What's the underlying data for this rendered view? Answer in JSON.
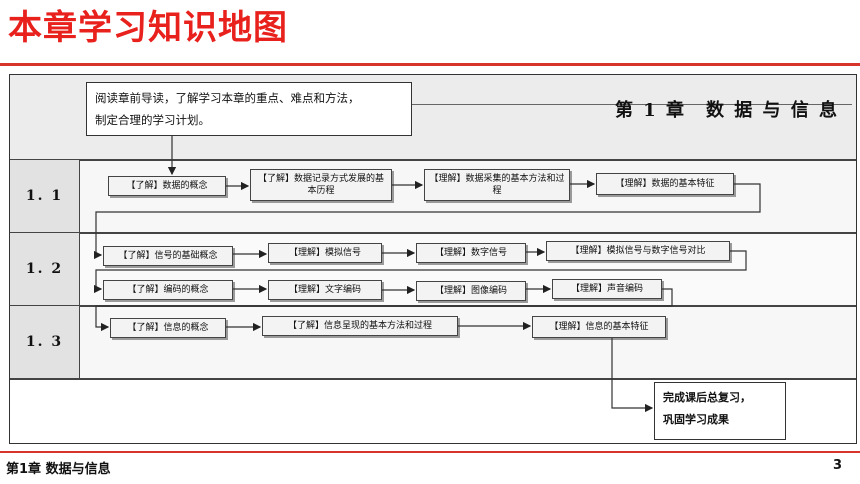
{
  "page": {
    "title": "本章学习知识地图",
    "footer": "第1章 数据与信息",
    "page_number": "3"
  },
  "map": {
    "intro_line1": "阅读章前导读，了解学习本章的重点、难点和方法，",
    "intro_line2": "制定合理的学习计划。",
    "chapter_heading": "第 1 章　数 据 与 信 息",
    "sections": [
      {
        "label": "1. 1",
        "rows": [
          [
            "【了解】数据的概念",
            "【了解】数据记录方式发展的基本历程",
            "【理解】数据采集的基本方法和过程",
            "【理解】数据的基本特征"
          ]
        ]
      },
      {
        "label": "1. 2",
        "rows": [
          [
            "【了解】信号的基础概念",
            "【理解】模拟信号",
            "【理解】数字信号",
            "【理解】模拟信号与数字信号对比"
          ],
          [
            "【了解】编码的概念",
            "【理解】文字编码",
            "【理解】图像编码",
            "【理解】声音编码"
          ]
        ]
      },
      {
        "label": "1. 3",
        "rows": [
          [
            "【了解】信息的概念",
            "【了解】信息呈现的基本方法和过程",
            "【理解】信息的基本特征"
          ]
        ]
      }
    ],
    "final_line1": "完成课后总复习，",
    "final_line2": "巩固学习成果"
  },
  "colors": {
    "title": "#e8211d",
    "rule": "#d9342b"
  }
}
